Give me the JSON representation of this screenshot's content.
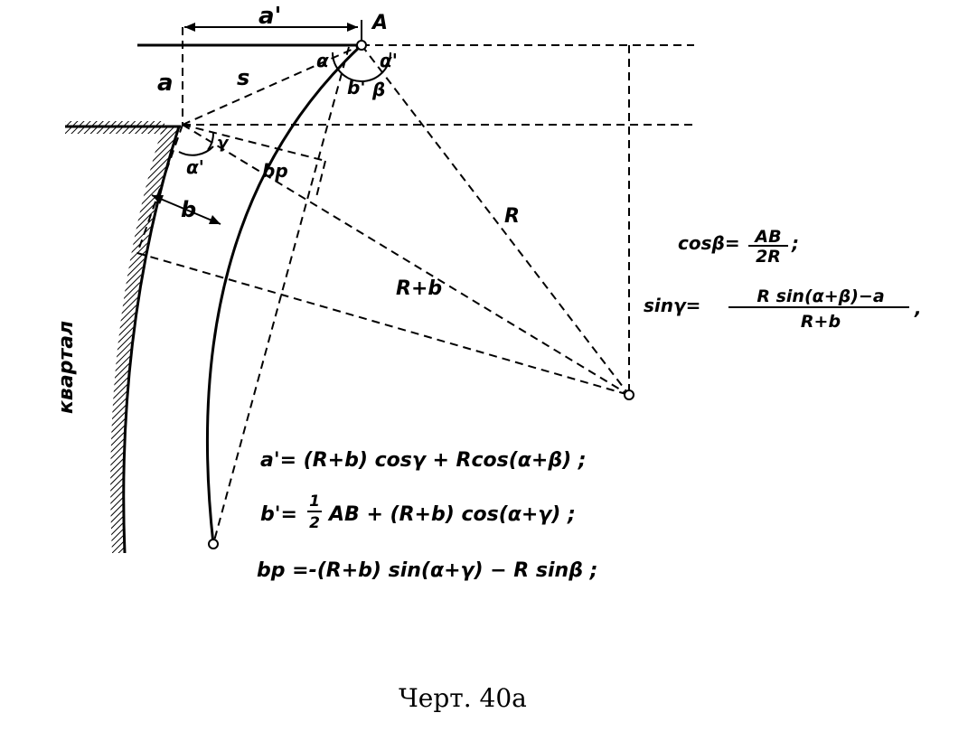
{
  "labels": {
    "a_prime": "a'",
    "A": "A",
    "a": "a",
    "s": "s",
    "alpha": "α",
    "alpha_prime_top": "α'",
    "b_prime": "b'",
    "beta": "β",
    "gamma": "γ",
    "alpha_prime_left": "α'",
    "b_p": "bp",
    "b": "b",
    "R": "R",
    "R_plus_b": "R+b",
    "kvartal": "квартал"
  },
  "formulas": {
    "cos_beta": {
      "lhs": "cosβ=",
      "num": "AB",
      "den": "2R",
      "tail": ";"
    },
    "sin_gamma": {
      "lhs": "sinγ=",
      "num": "R sin(α+β)−a",
      "den": "R+b",
      "tail": ","
    },
    "a_prime": "a'= (R+b) cosγ + Rcos(α+β) ;",
    "b_prime_lhs": "b'=",
    "b_prime_frac_num": "1",
    "b_prime_frac_den": "2",
    "b_prime_rhs": "AB + (R+b) cos(α+γ) ;",
    "b_p": "bp =-(R+b) sin(α+γ) − R sinβ ;"
  },
  "caption": "Черт. 40а"
}
